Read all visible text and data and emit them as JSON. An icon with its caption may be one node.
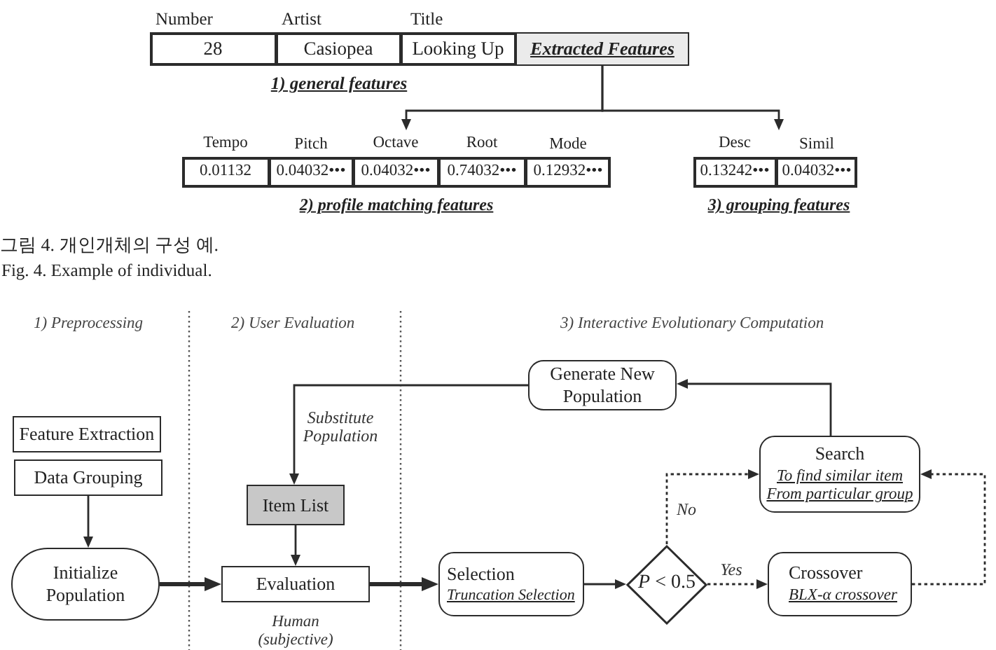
{
  "diagram": {
    "nodes": [
      {
        "text": [
          "1) general features"
        ]
      },
      {
        "text": [
          "Number",
          "28"
        ],
        "in": 0
      },
      {
        "text": [
          "Artist",
          "Casiopea"
        ],
        "in": 0
      },
      {
        "text": [
          "Title",
          "Looking Up"
        ],
        "in": 0
      },
      {
        "text": [
          "Extracted Features"
        ],
        "in": 0
      },
      {
        "text": [
          "2) profile matching features"
        ]
      },
      {
        "text": [
          "Tempo",
          "0.01132"
        ],
        "in": 5
      },
      {
        "text": [
          "Pitch",
          "0.04032•••"
        ],
        "in": 5
      },
      {
        "text": [
          "Octave",
          "0.04032•••"
        ],
        "in": 5
      },
      {
        "text": [
          "Root",
          "0.74032•••"
        ],
        "in": 5
      },
      {
        "text": [
          "Mode",
          "0.12932•••"
        ],
        "in": 5
      },
      {
        "text": [
          "3) grouping features"
        ]
      },
      {
        "text": [
          "Desc",
          "0.13242•••"
        ],
        "in": 11
      },
      {
        "text": [
          "Simil",
          "0.04032•••"
        ],
        "in": 11
      },
      {
        "text": [
          "Feature Extraction"
        ]
      },
      {
        "text": [
          "Data Grouping"
        ]
      },
      {
        "text": [
          "Initialize Population"
        ]
      },
      {
        "text": [
          "Item List"
        ]
      },
      {
        "text": [
          "Evaluation"
        ],
        "beside": [
          "Human (subjective)"
        ]
      },
      {
        "text": [
          "Generate New Population"
        ]
      },
      {
        "text": [
          "Search",
          "To find similar item From particular group"
        ]
      },
      {
        "text": [
          "Selection",
          "Truncation Selection"
        ]
      },
      {
        "text": [
          "*P* < 0.5"
        ]
      },
      {
        "text": [
          "Crossover",
          "BLX-α crossover"
        ]
      }
    ],
    "edges": [
      {
        "from": 4,
        "to": 5,
        "arrow": "to"
      },
      {
        "from": 4,
        "to": 11,
        "arrow": "to"
      },
      {
        "from": 15,
        "to": 16,
        "arrow": "to"
      },
      {
        "from": 16,
        "to": 18,
        "arrow": "to",
        "style": "thick"
      },
      {
        "from": 17,
        "to": 18,
        "arrow": "to"
      },
      {
        "from": 18,
        "to": 21,
        "arrow": "to",
        "style": "thick"
      },
      {
        "from": 21,
        "to": 22,
        "arrow": "to"
      },
      {
        "from": 22,
        "to": 20,
        "arrow": "to",
        "style": "dashed",
        "label": "No"
      },
      {
        "from": 22,
        "to": 23,
        "arrow": "to",
        "style": "dashed",
        "label": "Yes"
      },
      {
        "from": 23,
        "to": 20,
        "arrow": "to",
        "style": "dashed"
      },
      {
        "from": 20,
        "to": 19,
        "arrow": "to"
      },
      {
        "from": 19,
        "to": 17,
        "arrow": "to",
        "label": "Substitute Population"
      }
    ],
    "labels": [
      "그림 4. 개인개체의 구성 예.",
      "Fig. 4. Example of individual.",
      "1) Preprocessing",
      "2) User Evaluation",
      "3) Interactive Evolutionary Computation"
    ]
  }
}
